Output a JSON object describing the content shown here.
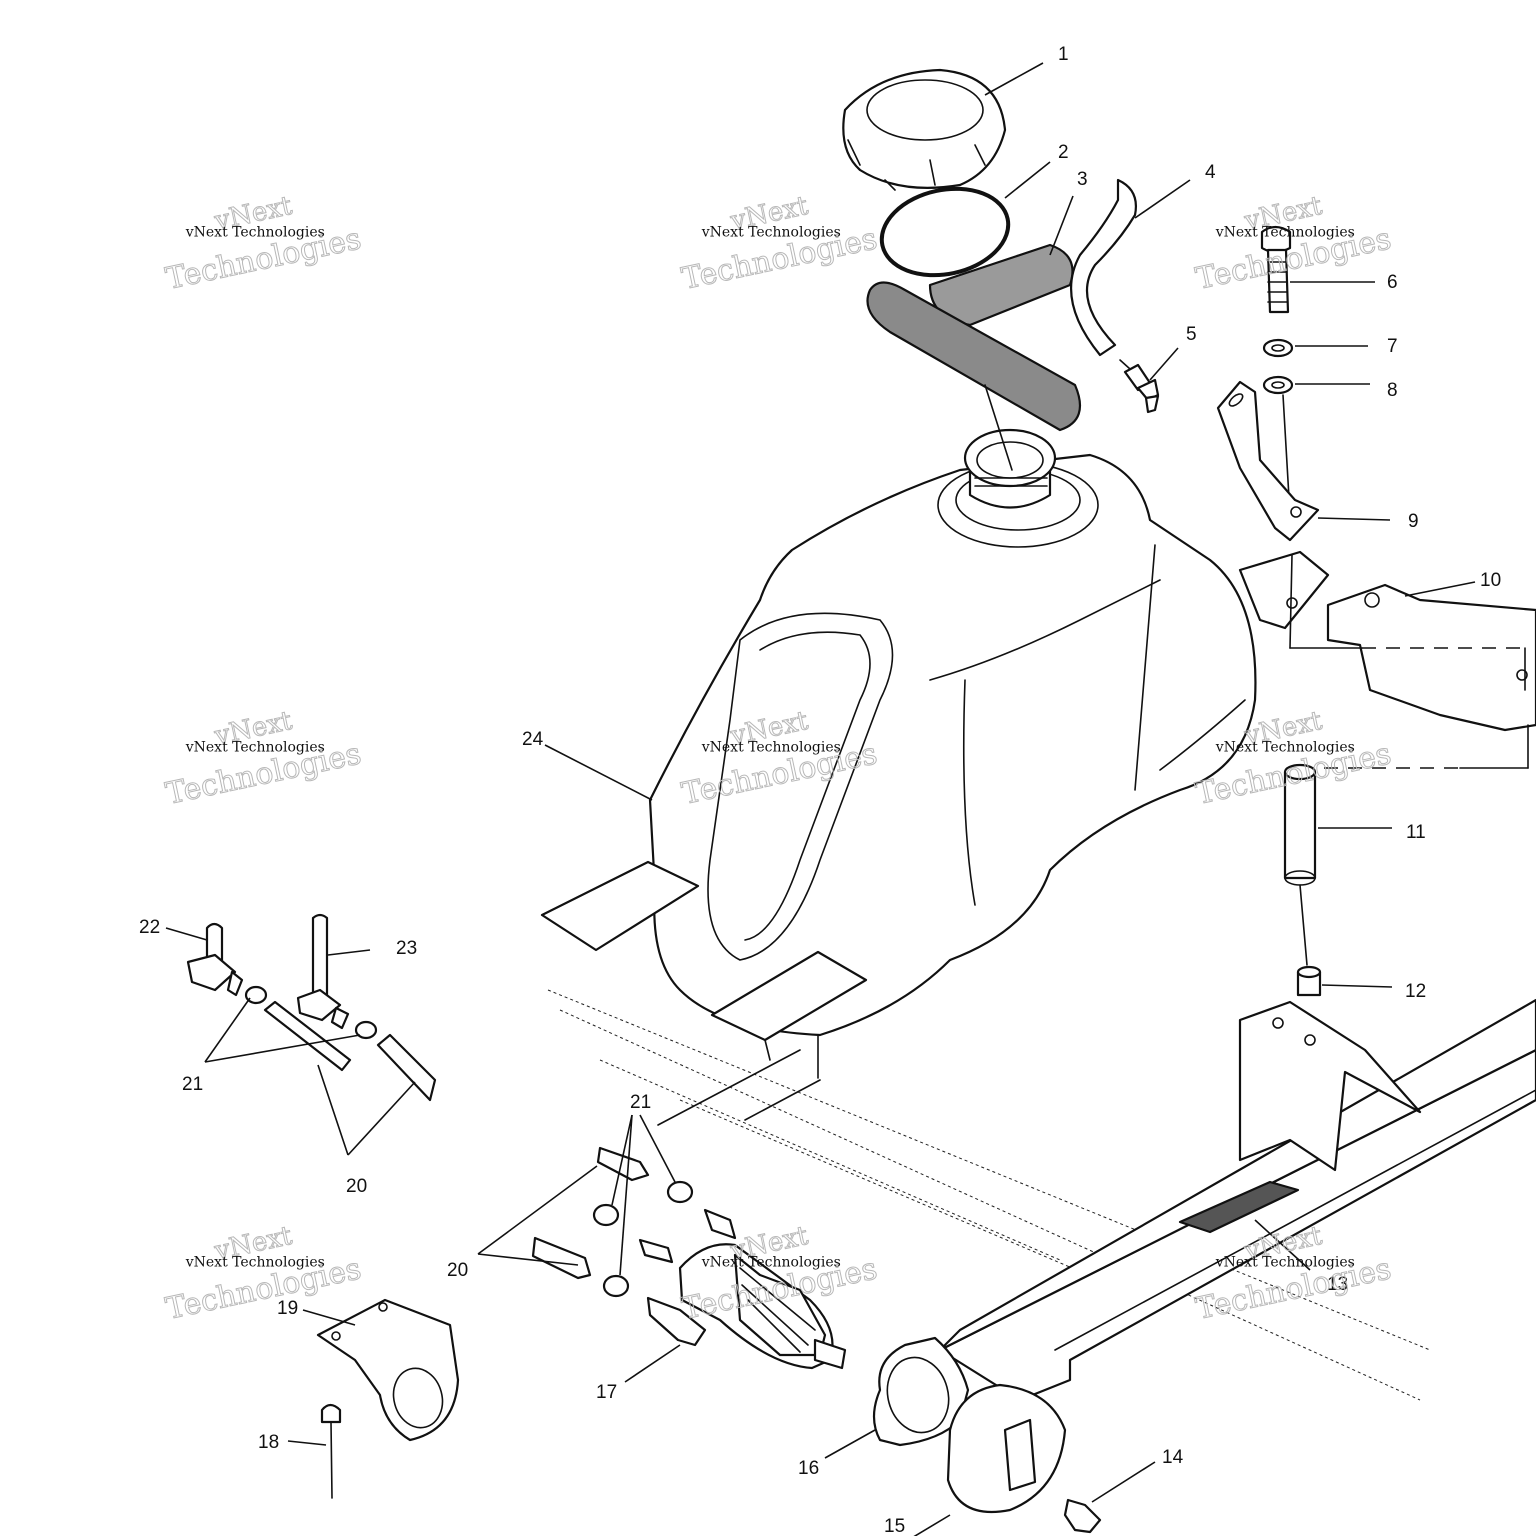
{
  "diagram": {
    "callouts": [
      "1",
      "2",
      "3",
      "4",
      "5",
      "6",
      "7",
      "8",
      "9",
      "10",
      "11",
      "12",
      "13",
      "14",
      "15",
      "16",
      "17",
      "18",
      "19",
      "20",
      "20",
      "21",
      "21",
      "22",
      "23",
      "24"
    ],
    "watermark": {
      "line_small": "vNext Technologies",
      "line_big_1": "vNext",
      "line_big_2": "Technologies"
    }
  }
}
